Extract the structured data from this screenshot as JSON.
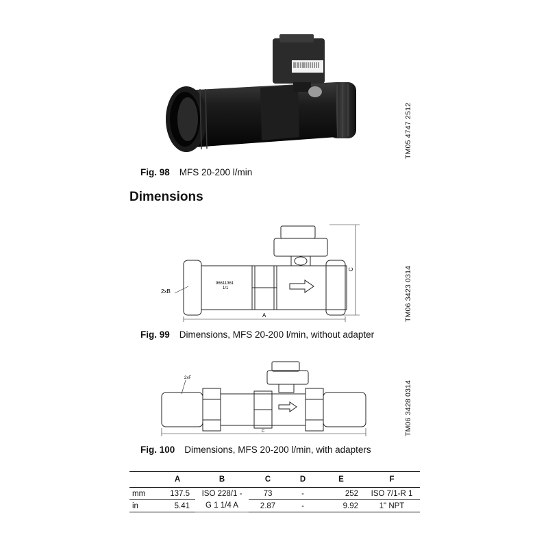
{
  "figures": [
    {
      "num": "Fig. 98",
      "caption": "MFS 20-200 l/min",
      "tm": "TM05 4747 2512"
    },
    {
      "num": "Fig. 99",
      "caption": "Dimensions, MFS 20-200 l/min, without adapter",
      "tm": "TM06 3423 0314"
    },
    {
      "num": "Fig. 100",
      "caption": "Dimensions, MFS 20-200 l/min, with adapters",
      "tm": "TM06 3428 0314"
    }
  ],
  "section_title": "Dimensions",
  "drawing1": {
    "label_b": "2xB",
    "label_a": "A",
    "label_c": "C",
    "marking1": "96611361",
    "marking2": "1/1"
  },
  "drawing2": {
    "label_f": "2xF",
    "label_c": "C"
  },
  "table": {
    "headers": [
      "",
      "A",
      "B",
      "C",
      "D",
      "E",
      "F"
    ],
    "rows": [
      {
        "unit": "mm",
        "a": "137.5",
        "b": "ISO 228/1 -\nG 1 1/4 A",
        "c": "73",
        "d": "-",
        "e": "252",
        "f": "ISO 7/1-R 1"
      },
      {
        "unit": "in",
        "a": "5.41",
        "c": "2.87",
        "d": "-",
        "e": "9.92",
        "f": "1\" NPT"
      }
    ]
  }
}
